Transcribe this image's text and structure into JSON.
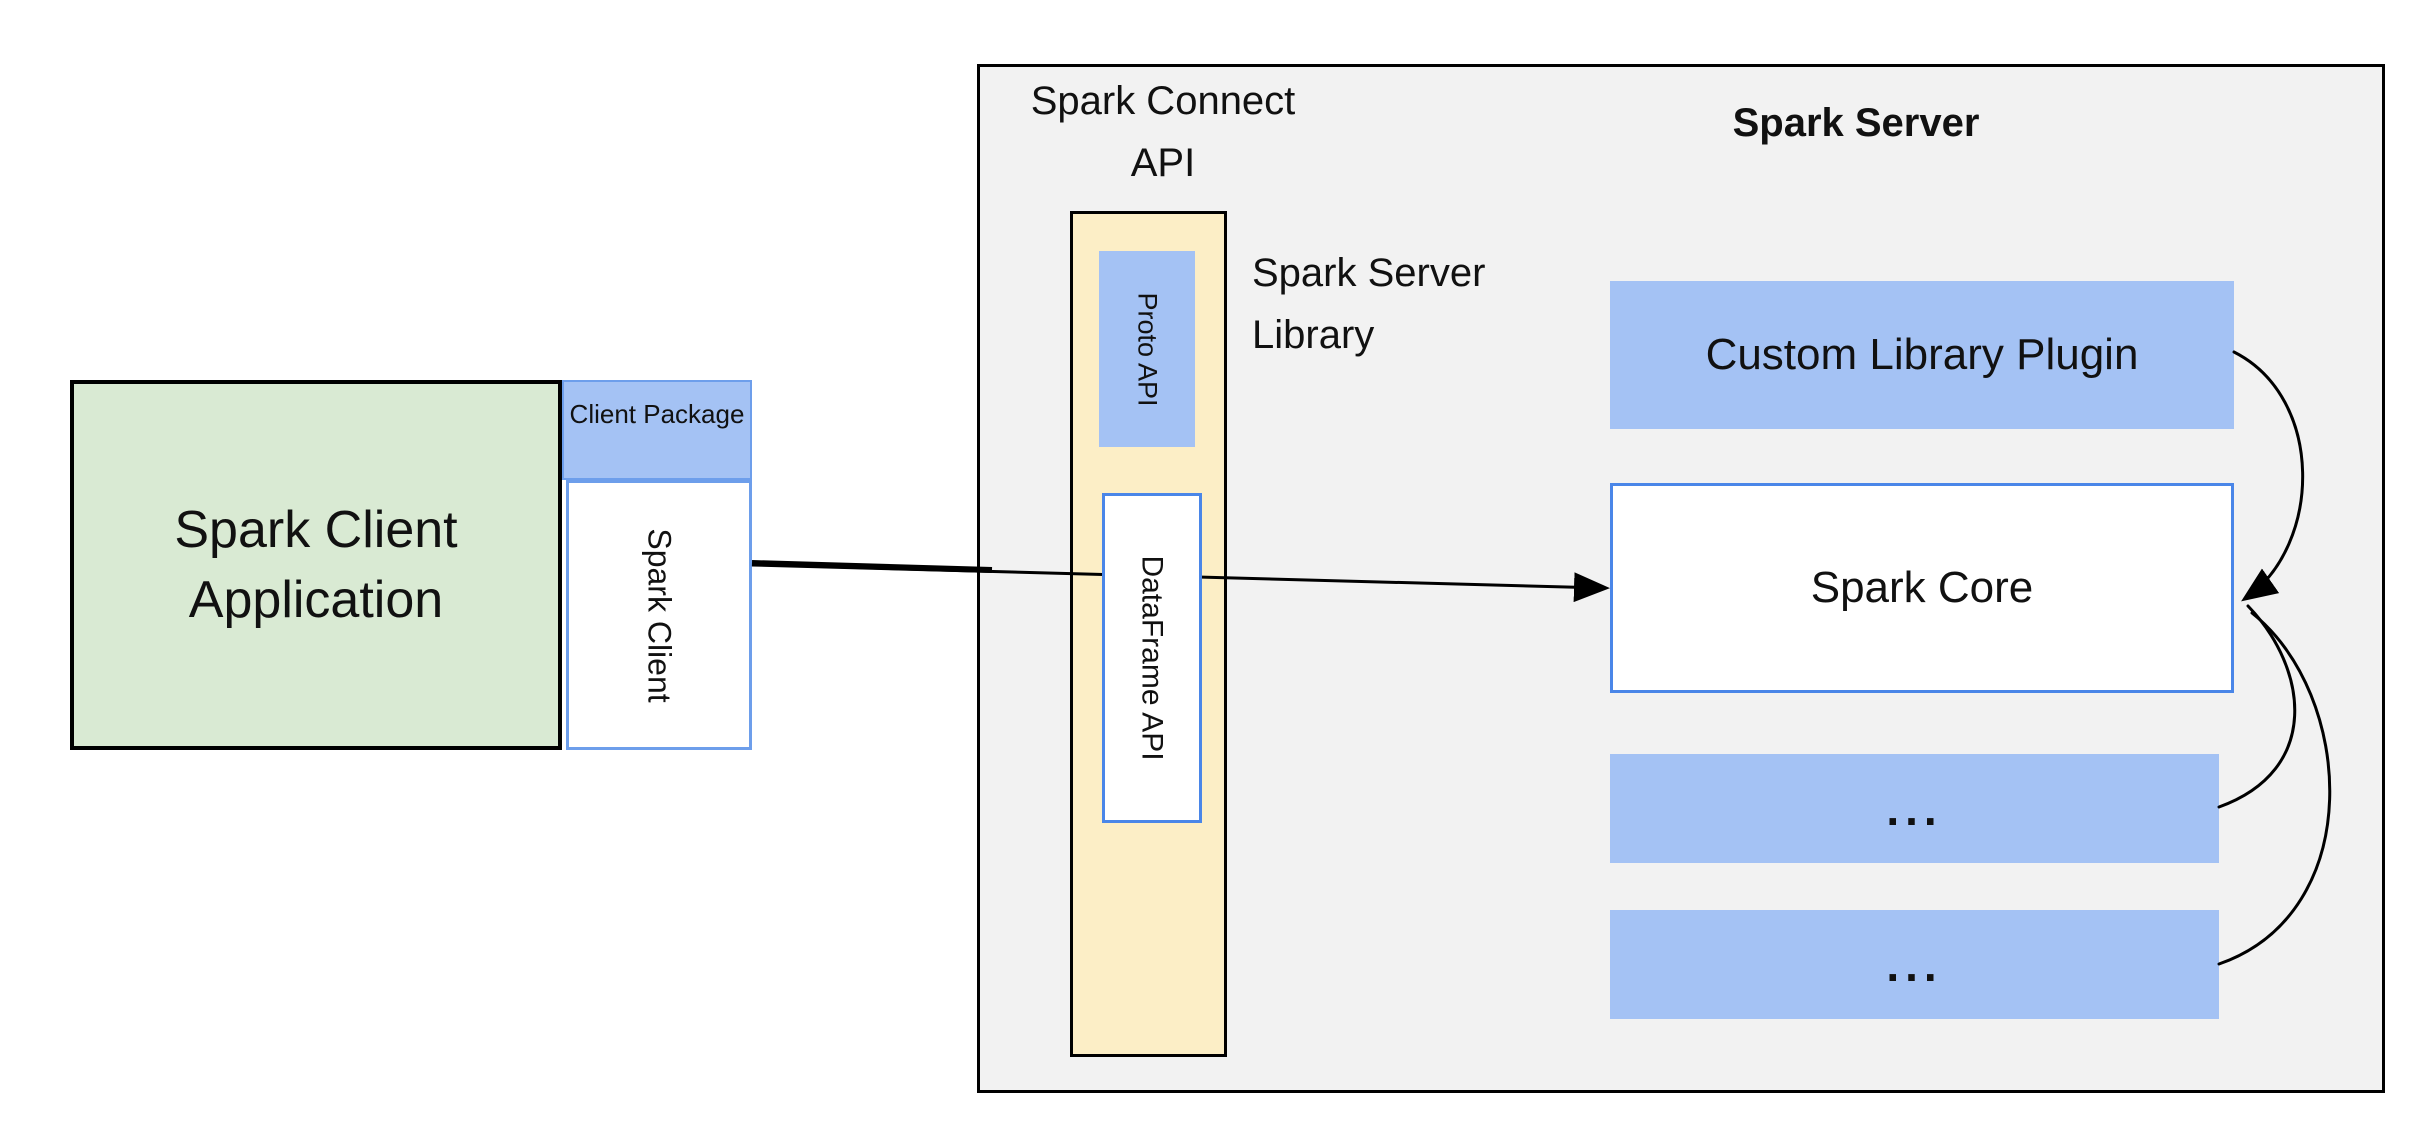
{
  "client": {
    "app_label": "Spark Client Application",
    "package_label": "Client Package",
    "spark_client_label": "Spark Client"
  },
  "connect": {
    "heading": "Spark Connect API",
    "proto_api_label": "Proto API",
    "dataframe_api_label": "DataFrame API",
    "server_library_label": "Spark Server Library"
  },
  "server": {
    "heading": "Spark Server",
    "plugin_label": "Custom Library Plugin",
    "core_label": "Spark Core",
    "modules": [
      {
        "label": "..."
      },
      {
        "label": "..."
      }
    ]
  },
  "colors": {
    "client_app_fill": "#d9ead3",
    "package_fill": "#a4c2f4",
    "library_fill": "#fceec6",
    "server_fill": "#f2f2f2",
    "light_blue_border": "#6d9eeb",
    "core_border": "#4a86e8",
    "line_color": "#000000"
  }
}
